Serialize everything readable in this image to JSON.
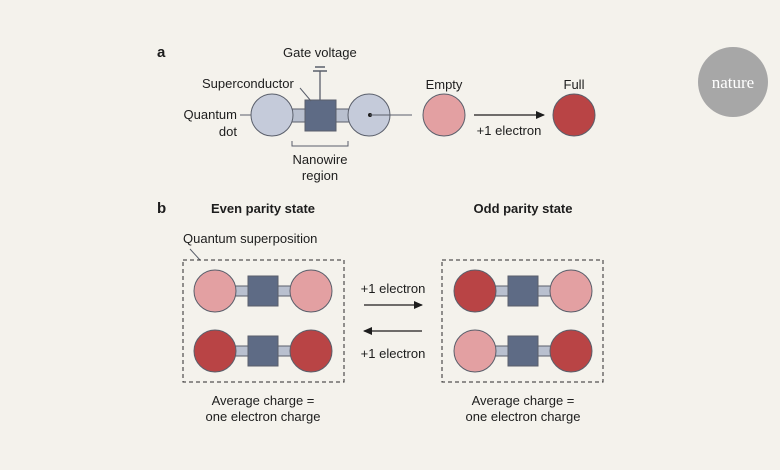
{
  "colors": {
    "background": "#f4f2ec",
    "dot_neutral": "#c5cbda",
    "dot_empty": "#e3a0a2",
    "dot_full": "#b94445",
    "superconductor": "#5e6b85",
    "nanowire": "#b9c0cf",
    "stroke": "#5a5f6b",
    "nature_logo": "#a7a7a7"
  },
  "logo": {
    "text": "nature",
    "icon": "nature-logo"
  },
  "panel_a": {
    "letter": "a",
    "gate_voltage": "Gate voltage",
    "superconductor": "Superconductor",
    "quantum": "Quantum",
    "dot": "dot",
    "nanowire": "Nanowire",
    "region": "region",
    "empty": "Empty",
    "full": "Full",
    "plus_electron": "+1 electron"
  },
  "panel_b": {
    "letter": "b",
    "even_title": "Even parity state",
    "odd_title": "Odd parity state",
    "quantum_superposition": "Quantum superposition",
    "arrow_right_label": "+1 electron",
    "arrow_left_label": "+1 electron",
    "avg_line1": "Average charge =",
    "avg_line2": "one electron charge",
    "avg_odd_line1": "Average charge =",
    "avg_odd_line2": "one electron charge",
    "even_rows": [
      {
        "left": "empty",
        "right": "empty"
      },
      {
        "left": "full",
        "right": "full"
      }
    ],
    "odd_rows": [
      {
        "left": "full",
        "right": "empty"
      },
      {
        "left": "empty",
        "right": "full"
      }
    ]
  }
}
